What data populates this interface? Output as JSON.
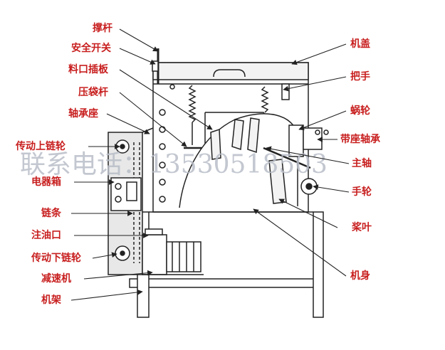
{
  "colors": {
    "label": "#c81e1e",
    "line": "#222222",
    "watermark": "#b9bec8",
    "panel": "#e8e8e8"
  },
  "labels": {
    "left": {
      "chengan": "撑杆",
      "anquan_kaiguan": "安全开关",
      "liaokou_chaban": "料口插板",
      "yadai_gan": "压袋杆",
      "zhoucheng_zuo": "轴承座",
      "shang_lianlun": "传动上链轮",
      "dianqi_xiang": "电器箱",
      "liantiao": "链条",
      "zhuyou_kou": "注油口",
      "xia_lianlun": "传动下链轮",
      "jiansu_ji": "减速机",
      "jijia": "机架"
    },
    "right": {
      "jigai": "机盖",
      "bashou": "把手",
      "wolun": "蜗轮",
      "daizuo_zhoucheng": "带座轴承",
      "zhuzhou": "主轴",
      "shoulun": "手轮",
      "jiangye": "桨叶",
      "jishen": "机身"
    }
  },
  "watermark": {
    "text": "联系电话：13530518503"
  }
}
